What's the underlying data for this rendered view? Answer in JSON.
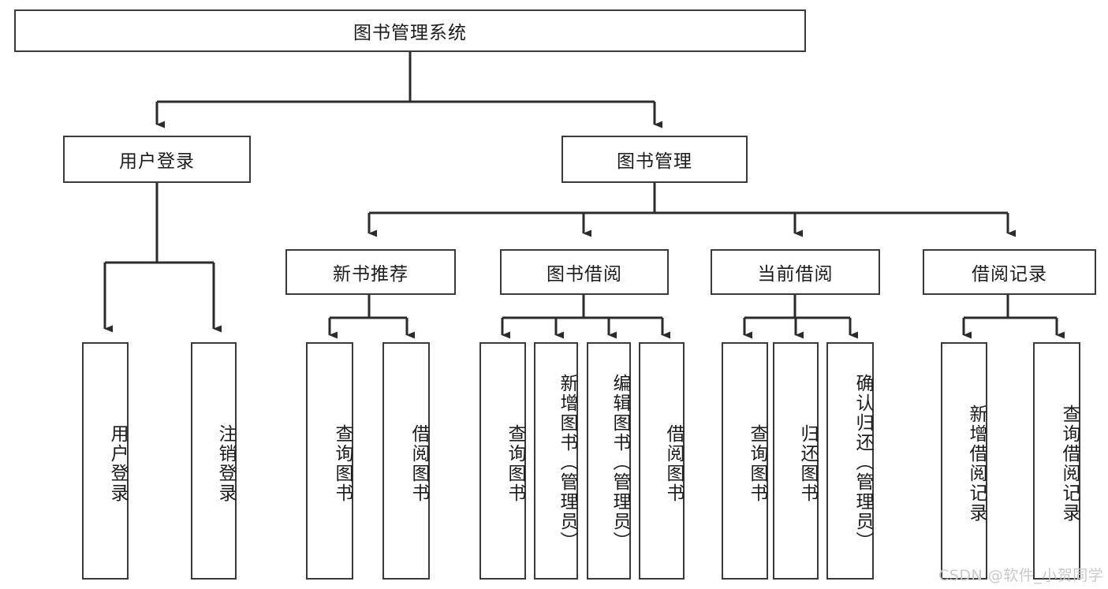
{
  "diagram": {
    "title": "图书管理系统",
    "type": "hierarchy-tree",
    "colors": {
      "box_border": "#3a3a3a",
      "box_fill": "#ffffff",
      "connector": "#2b2b2b",
      "text": "#1b1b1b",
      "watermark": "#c9c9c9"
    },
    "levels": {
      "level1": [
        {
          "id": "root",
          "label": "图书管理系统"
        }
      ],
      "level2": [
        {
          "id": "user-login",
          "label": "用户登录"
        },
        {
          "id": "book-management",
          "label": "图书管理"
        }
      ],
      "level3": [
        {
          "id": "new-book-recommend",
          "label": "新书推荐"
        },
        {
          "id": "book-borrow",
          "label": "图书借阅"
        },
        {
          "id": "current-borrow",
          "label": "当前借阅"
        },
        {
          "id": "borrow-record",
          "label": "借阅记录"
        }
      ],
      "level4": [
        {
          "id": "leaf-user-login",
          "label": "用户登录",
          "parent": "user-login"
        },
        {
          "id": "leaf-logout",
          "label": "注销登录",
          "parent": "user-login"
        },
        {
          "id": "leaf-query-book-1",
          "label": "查询图书",
          "parent": "new-book-recommend"
        },
        {
          "id": "leaf-borrow-book-1",
          "label": "借阅图书",
          "parent": "new-book-recommend"
        },
        {
          "id": "leaf-query-book-2",
          "label": "查询图书",
          "parent": "book-borrow"
        },
        {
          "id": "leaf-add-book",
          "label": "新增图书（管理员）",
          "parent": "book-borrow"
        },
        {
          "id": "leaf-edit-book",
          "label": "编辑图书（管理员）",
          "parent": "book-borrow"
        },
        {
          "id": "leaf-borrow-book-2",
          "label": "借阅图书",
          "parent": "book-borrow"
        },
        {
          "id": "leaf-query-book-3",
          "label": "查询图书",
          "parent": "current-borrow"
        },
        {
          "id": "leaf-return-book",
          "label": "归还图书",
          "parent": "current-borrow"
        },
        {
          "id": "leaf-confirm-return",
          "label": "确认归还（管理员）",
          "parent": "current-borrow"
        },
        {
          "id": "leaf-add-record",
          "label": "新增借阅记录",
          "parent": "borrow-record"
        },
        {
          "id": "leaf-query-record",
          "label": "查询借阅记录",
          "parent": "borrow-record"
        }
      ]
    }
  },
  "watermark": {
    "text": "CSDN @软件_小贺同学"
  }
}
